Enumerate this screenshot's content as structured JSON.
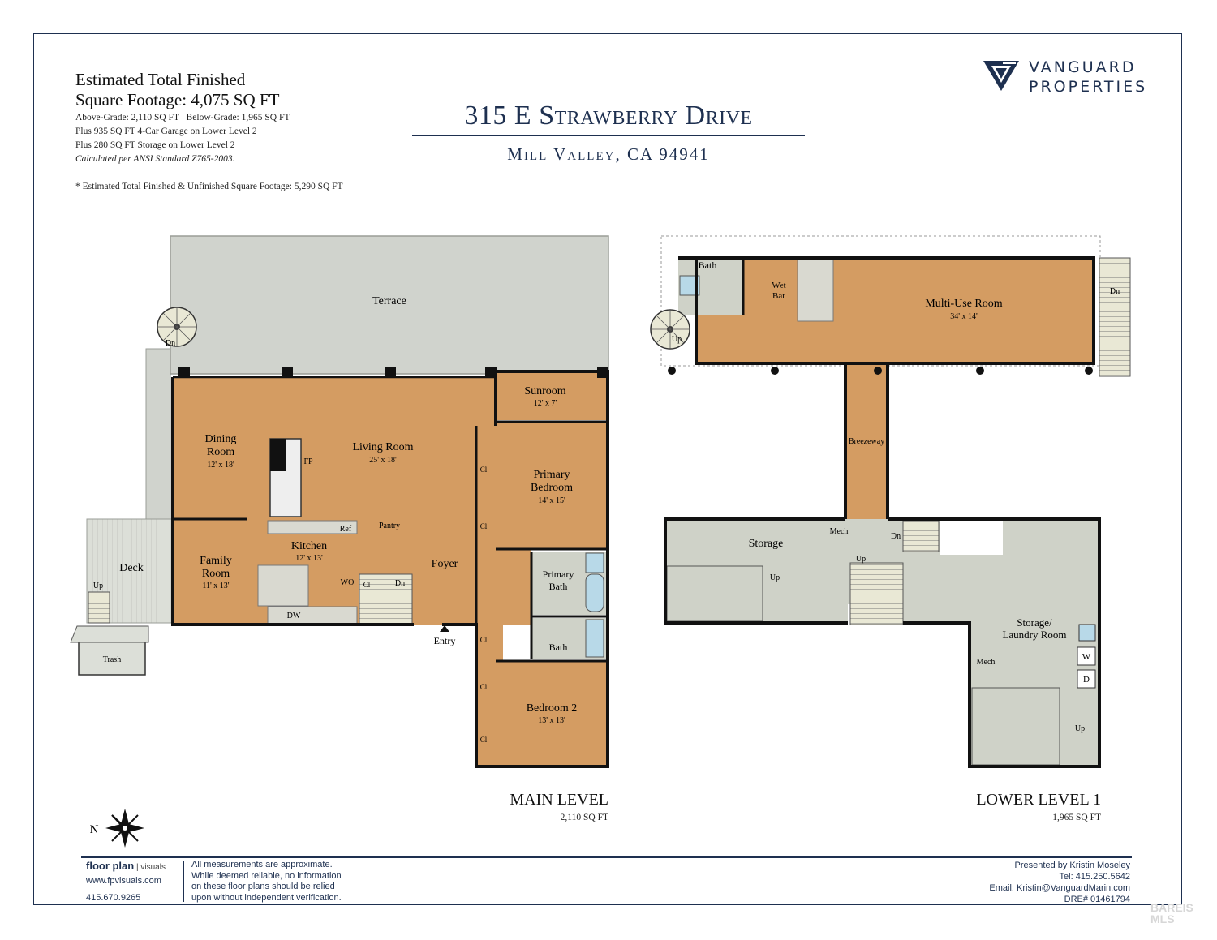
{
  "header": {
    "sf_title_1": "Estimated Total Finished",
    "sf_title_2": "Square Footage: 4,075 SQ FT",
    "line_above": "Above-Grade: 2,110 SQ FT",
    "line_below": "Below-Grade: 1,965 SQ FT",
    "line_garage": "Plus 935 SQ FT 4-Car Garage on Lower Level 2",
    "line_storage": "Plus 280 SQ FT Storage on Lower Level 2",
    "line_ansi": "Calculated per ANSI Standard Z765-2003.",
    "note": "* Estimated Total Finished & Unfinished Square Footage: 5,290 SQ FT",
    "address": "315 E Strawberry Drive",
    "city": "Mill Valley, CA 94941"
  },
  "logo": {
    "line1": "VANGUARD",
    "line2": "PROPERTIES"
  },
  "levels": {
    "main": {
      "name": "MAIN LEVEL",
      "sqft": "2,110 SQ FT"
    },
    "lower": {
      "name": "LOWER LEVEL 1",
      "sqft": "1,965 SQ FT"
    }
  },
  "main_rooms": {
    "terrace": "Terrace",
    "dining": "Dining",
    "dining2": "Room",
    "dining_dim": "12' x 18'",
    "living": "Living Room",
    "living_dim": "25' x 18'",
    "fp": "FP",
    "sunroom": "Sunroom",
    "sunroom_dim": "12' x 7'",
    "primary_bed": "Primary",
    "primary_bed2": "Bedroom",
    "primary_bed_dim": "14' x 15'",
    "family": "Family",
    "family2": "Room",
    "family_dim": "11' x 13'",
    "kitchen": "Kitchen",
    "kitchen_dim": "12' x 13'",
    "ref": "Ref",
    "pantry": "Pantry",
    "wo": "WO",
    "cl": "Cl",
    "dn": "Dn",
    "dw": "DW",
    "foyer": "Foyer",
    "entry": "Entry",
    "primary_bath": "Primary",
    "primary_bath2": "Bath",
    "bath": "Bath",
    "bedroom2": "Bedroom 2",
    "bedroom2_dim": "13' x 13'",
    "deck": "Deck",
    "up": "Up",
    "trash": "Trash"
  },
  "lower_rooms": {
    "bath": "Bath",
    "wet": "Wet",
    "bar": "Bar",
    "multi": "Multi-Use Room",
    "multi_dim": "34' x 14'",
    "dn": "Dn",
    "up": "Up",
    "breezeway": "Breezeway",
    "storage": "Storage",
    "mech": "Mech",
    "laundry1": "Storage/",
    "laundry2": "Laundry Room",
    "w": "W",
    "d": "D"
  },
  "compass": {
    "n": "N"
  },
  "footer": {
    "brand_a": "floor plan",
    "brand_b": "visuals",
    "site": "www.fpvisuals.com",
    "phone": "415.670.9265",
    "disclaimer_1": "All measurements are approximate.",
    "disclaimer_2": "While deemed reliable, no information",
    "disclaimer_3": "on these floor plans should be relied",
    "disclaimer_4": "upon without independent verification.",
    "presented": "Presented by Kristin Moseley",
    "tel": "Tel: 415.250.5642",
    "email": "Email: Kristin@VanguardMarin.com",
    "dre": "DRE# 01461794"
  },
  "watermark": "BAREIS MLS",
  "colors": {
    "navy": "#1e3050",
    "wood": "#d49c62",
    "gray_floor": "#cfd2c8",
    "wall": "#111111"
  }
}
